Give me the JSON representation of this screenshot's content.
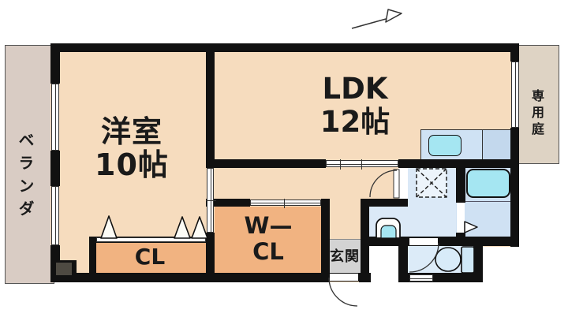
{
  "title": "2LDK apartment floor plan",
  "labels": {
    "veranda": "ベランダ",
    "garden": "専用庭",
    "western_room_name": "洋室",
    "western_room_size": "10帖",
    "ldk_name": "LDK",
    "ldk_size": "12帖",
    "wcl_line1": "W—",
    "wcl_line2": "CL",
    "cl": "CL",
    "genkan": "玄関"
  },
  "colors": {
    "room_peach": "#f6dcbe",
    "closet_orange": "#f1b381",
    "veranda_gray": "#d9ccc4",
    "garden_beige": "#ded3c4",
    "genkan_gray": "#d3d3d3",
    "wet_area_blue": "#dbe9f7",
    "bath_blue": "#cfe1f3",
    "fixture_cyan": "#a5e6f2",
    "wall_black": "#111111"
  },
  "icons": {
    "north_arrow": "compass-north-arrow",
    "kitchen_sink": "kitchen-sink",
    "bathtub": "bathtub",
    "washer_pan": "washing-machine-pan",
    "wash_basin": "wash-basin",
    "toilet": "toilet",
    "closet_doors": "folding-door-triangles"
  }
}
